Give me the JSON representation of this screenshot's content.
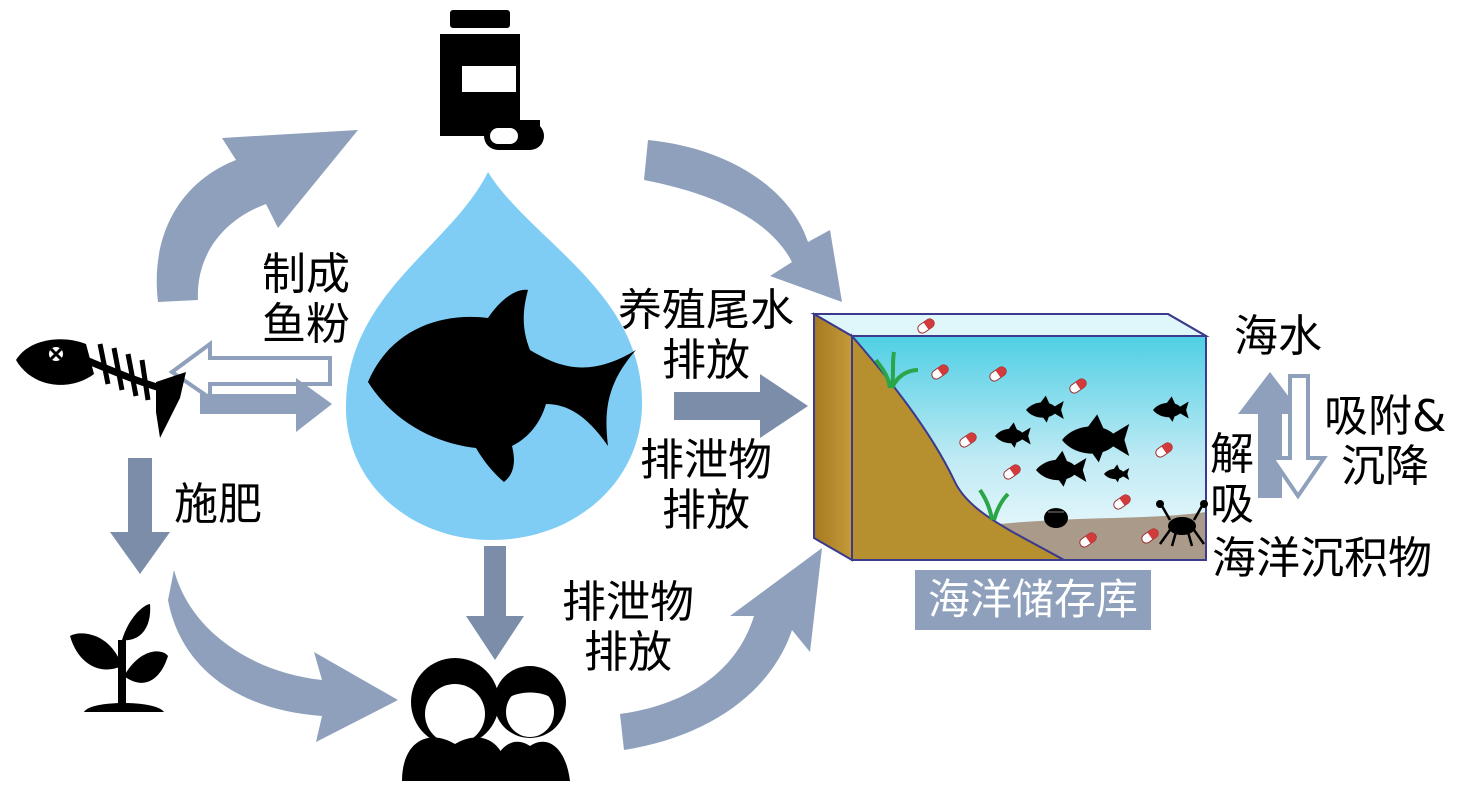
{
  "labels": {
    "fishmeal_line1": "制成",
    "fishmeal_line2": "鱼粉",
    "fertilize": "施肥",
    "tailwater_line1": "养殖尾水",
    "tailwater_line2": "排放",
    "excreta1_line1": "排泄物",
    "excreta1_line2": "排放",
    "excreta2_line1": "排泄物",
    "excreta2_line2": "排放",
    "store": "海洋储存库",
    "seawater": "海水",
    "adsorb_line1": "吸附&",
    "adsorb_line2": "沉降",
    "desorb_line1": "解",
    "desorb_line2": "吸",
    "sediment": "海洋沉积物"
  },
  "icons": [
    "medicine-bottle-icon",
    "pill-capsule-icon",
    "water-drop-icon",
    "fish-icon",
    "fish-skeleton-icon",
    "plant-seedling-icon",
    "people-icon",
    "aquarium-tank-icon",
    "crab-icon",
    "shell-icon",
    "seaweed-icon"
  ],
  "colors": {
    "arrow": "#8ea0bb",
    "arrow_dark": "#7c8da9",
    "drop": "#7fcdf5",
    "water_top": "#5ad0e6",
    "water_bottom": "#f2fbfe",
    "slope": "#b68f2e",
    "sediment": "#a99a89",
    "outline": "#3c3a8c",
    "ink": "#000000"
  }
}
